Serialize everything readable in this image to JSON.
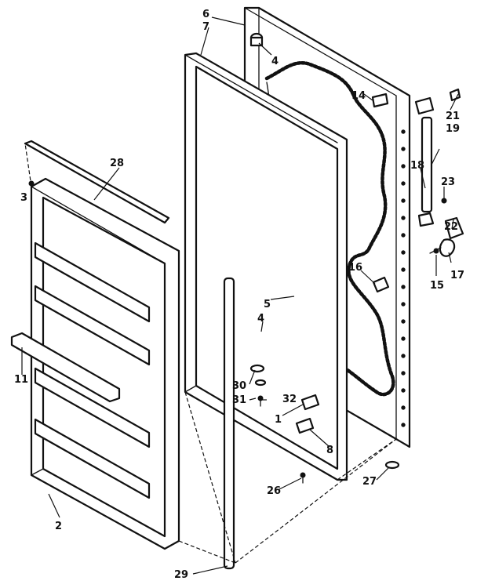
{
  "labels": [
    {
      "id": "p6",
      "text": "6"
    },
    {
      "id": "p7",
      "text": "7"
    },
    {
      "id": "p4a",
      "text": "4"
    },
    {
      "id": "p14",
      "text": "14"
    },
    {
      "id": "p21",
      "text": "21"
    },
    {
      "id": "p19",
      "text": "19"
    },
    {
      "id": "p18",
      "text": "18"
    },
    {
      "id": "p23",
      "text": "23"
    },
    {
      "id": "p22",
      "text": "22"
    },
    {
      "id": "p28",
      "text": "28"
    },
    {
      "id": "p3",
      "text": "3"
    },
    {
      "id": "p16",
      "text": "16"
    },
    {
      "id": "p17",
      "text": "17"
    },
    {
      "id": "p15",
      "text": "15"
    },
    {
      "id": "p5",
      "text": "5"
    },
    {
      "id": "p4b",
      "text": "4"
    },
    {
      "id": "p11",
      "text": "11"
    },
    {
      "id": "p30",
      "text": "30"
    },
    {
      "id": "p31",
      "text": "31"
    },
    {
      "id": "p32",
      "text": "32"
    },
    {
      "id": "p1",
      "text": "1"
    },
    {
      "id": "p8",
      "text": "8"
    },
    {
      "id": "p2",
      "text": "2"
    },
    {
      "id": "p26",
      "text": "26"
    },
    {
      "id": "p27",
      "text": "27"
    },
    {
      "id": "p29",
      "text": "29"
    }
  ]
}
